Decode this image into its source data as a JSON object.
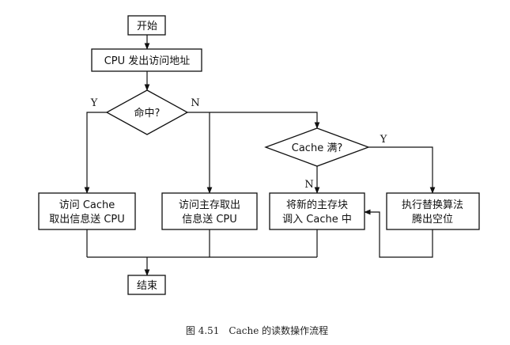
{
  "nodes": {
    "start": "开始",
    "cpu_request": "CPU 发出访问地址",
    "hit_decision": "命中?",
    "access_cache_1": "访问 Cache",
    "access_cache_2": "取出信息送 CPU",
    "access_main_1": "访问主存取出",
    "access_main_2": "信息送 CPU",
    "cache_full": "Cache 满?",
    "load_block_1": "将新的主存块",
    "load_block_2": "调入 Cache 中",
    "replace_1": "执行替换算法",
    "replace_2": "腾出空位",
    "end": "结束"
  },
  "edge_labels": {
    "hit_yes": "Y",
    "hit_no": "N",
    "full_yes": "Y",
    "full_no": "N"
  },
  "caption": "图 4.51　Cache 的读数操作流程",
  "colors": {
    "stroke": "#111111",
    "background": "#ffffff"
  }
}
